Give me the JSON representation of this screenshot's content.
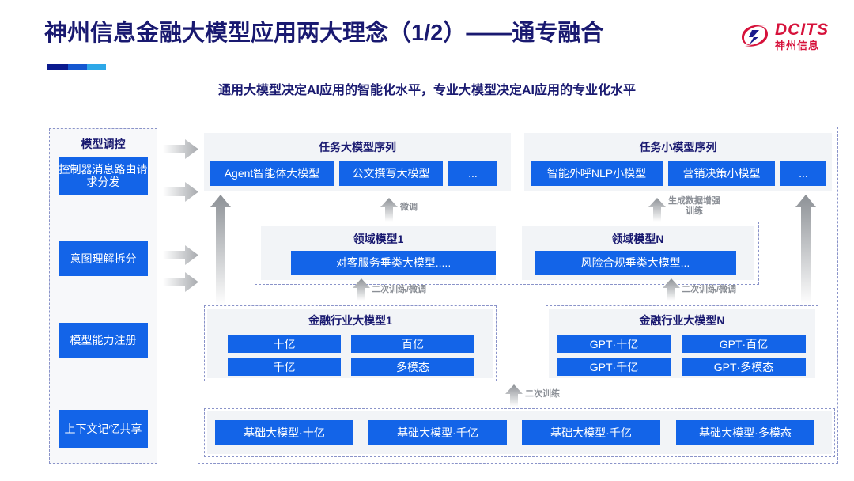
{
  "header": {
    "title": "神州信息金融大模型应用两大理念（1/2）——通专融合",
    "subtitle": "通用大模型决定AI应用的智能化水平，专业大模型决定AI应用的专业化水平",
    "logo_en": "DCITS",
    "logo_cn": "神州信息",
    "accent_navy": "#191970",
    "accent_blue": "#1364e8",
    "logo_red": "#d6123b"
  },
  "sidebar": {
    "title": "模型调控",
    "items": [
      {
        "label": "控制器消息路由请求分发"
      },
      {
        "label": "意图理解拆分"
      },
      {
        "label": "模型能力注册"
      },
      {
        "label": "上下文记忆共享"
      }
    ]
  },
  "task_large": {
    "title": "任务大模型序列",
    "items": [
      "Agent智能体大模型",
      "公文撰写大模型",
      "..."
    ]
  },
  "task_small": {
    "title": "任务小模型序列",
    "items": [
      "智能外呼NLP小模型",
      "营销决策小模型",
      "..."
    ]
  },
  "domain": {
    "left": {
      "title": "领域模型1",
      "item": "对客服务垂类大模型....."
    },
    "right": {
      "title": "领域模型N",
      "item": "风险合规垂类大模型..."
    }
  },
  "industry": {
    "left": {
      "title": "金融行业大模型1",
      "items": [
        "十亿",
        "百亿",
        "千亿",
        "多模态"
      ]
    },
    "right": {
      "title": "金融行业大模型N",
      "items": [
        "GPT·十亿",
        "GPT·百亿",
        "GPT·千亿",
        "GPT·多模态"
      ]
    }
  },
  "foundation": {
    "items": [
      "基础大模型·十亿",
      "基础大模型·千亿",
      "基础大模型·千亿",
      "基础大模型·多模态"
    ]
  },
  "arrow_labels": {
    "finetune": "微调",
    "gen_data_aug": "生成数据增强\n训练",
    "gen_data_aug_l1": "生成数据增强",
    "gen_data_aug_l2": "训练",
    "retrain_finetune_left": "二次训练/微调",
    "retrain_finetune_right": "二次训练/微调",
    "retrain": "二次训练"
  }
}
